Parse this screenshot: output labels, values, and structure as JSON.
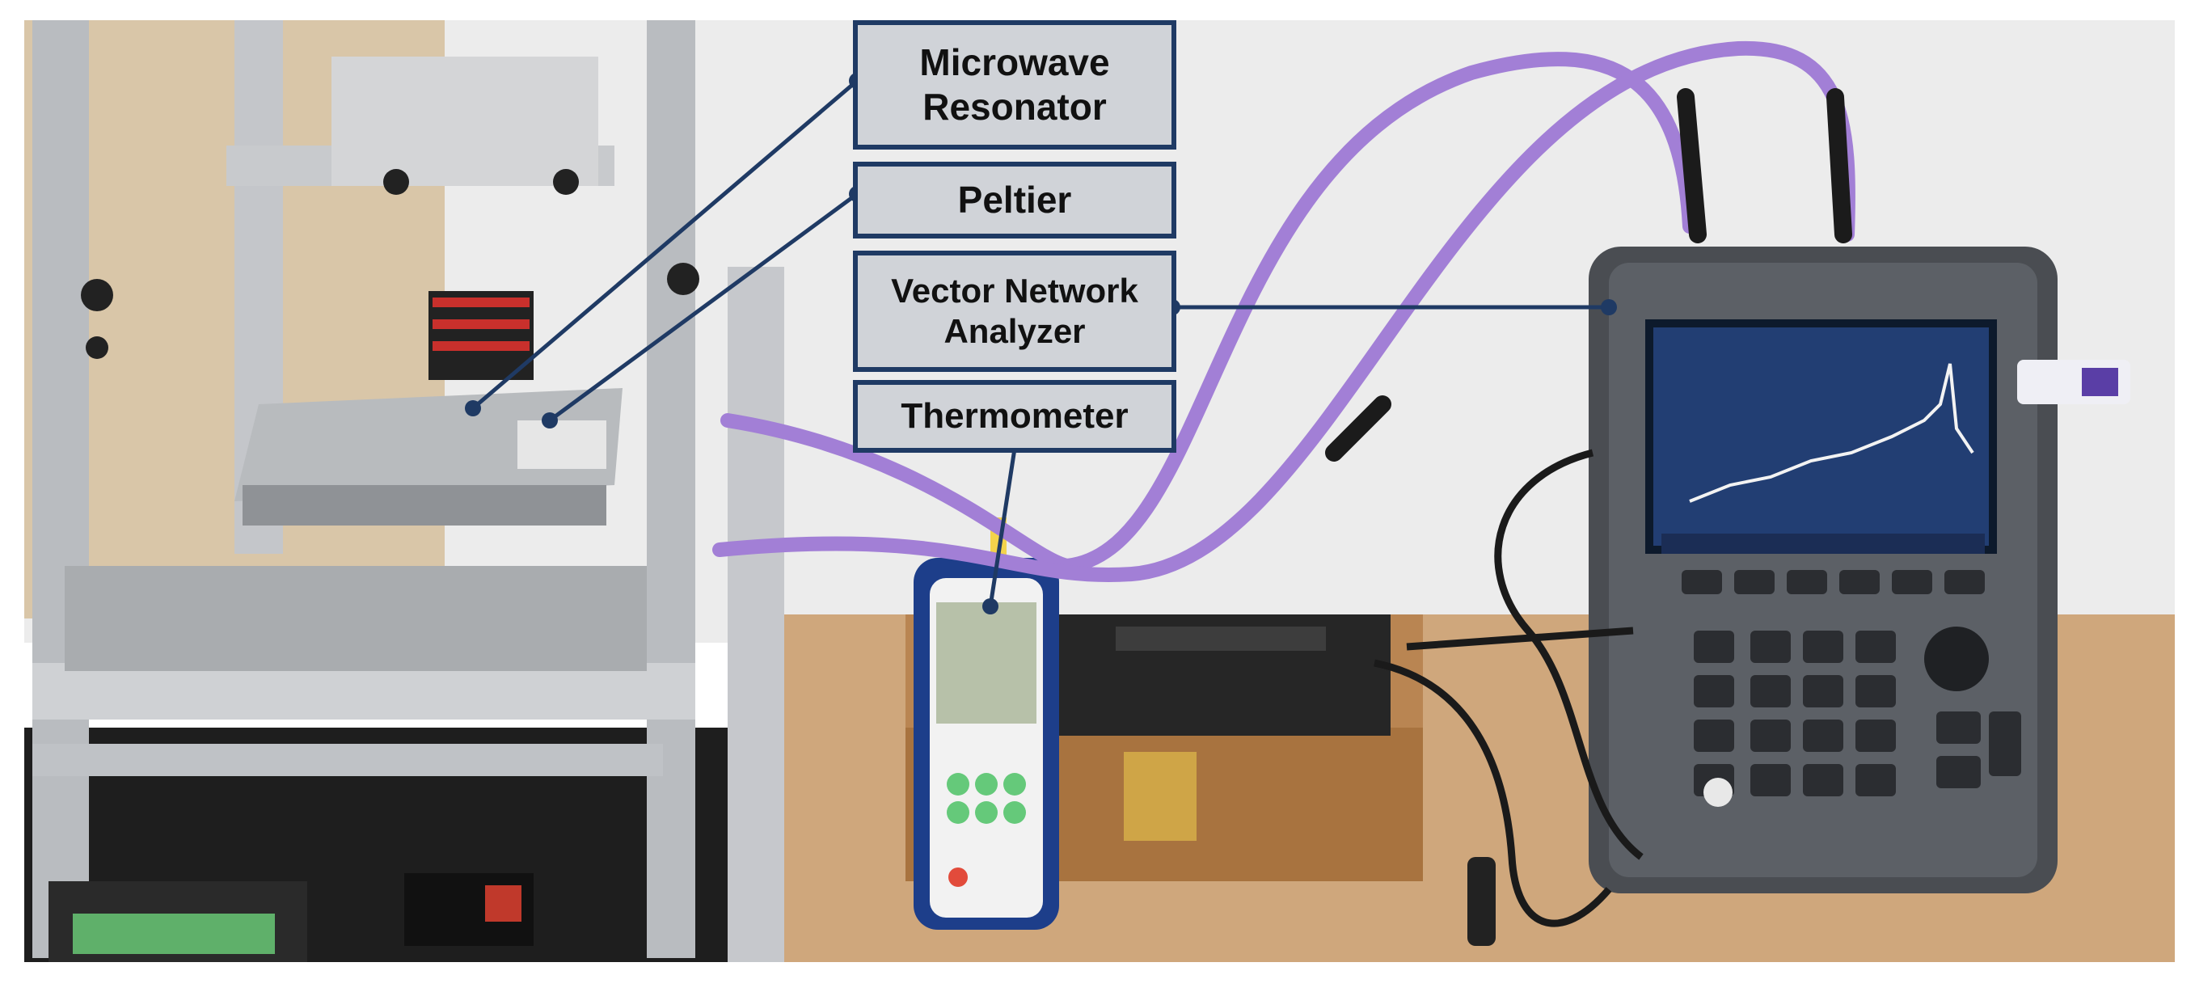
{
  "figure": {
    "labels": {
      "resonator_line1": "Microwave",
      "resonator_line2": "Resonator",
      "peltier": "Peltier",
      "vna_line1": "Vector Network",
      "vna_line2": "Analyzer",
      "thermometer": "Thermometer"
    },
    "colors": {
      "callout_border": "#1f3a64",
      "callout_fill": "#d0d3d8",
      "leader_line": "#1f3a64",
      "cable": "#a27fd6",
      "bench": "#cfa77c",
      "wall": "#eeeeee"
    }
  }
}
